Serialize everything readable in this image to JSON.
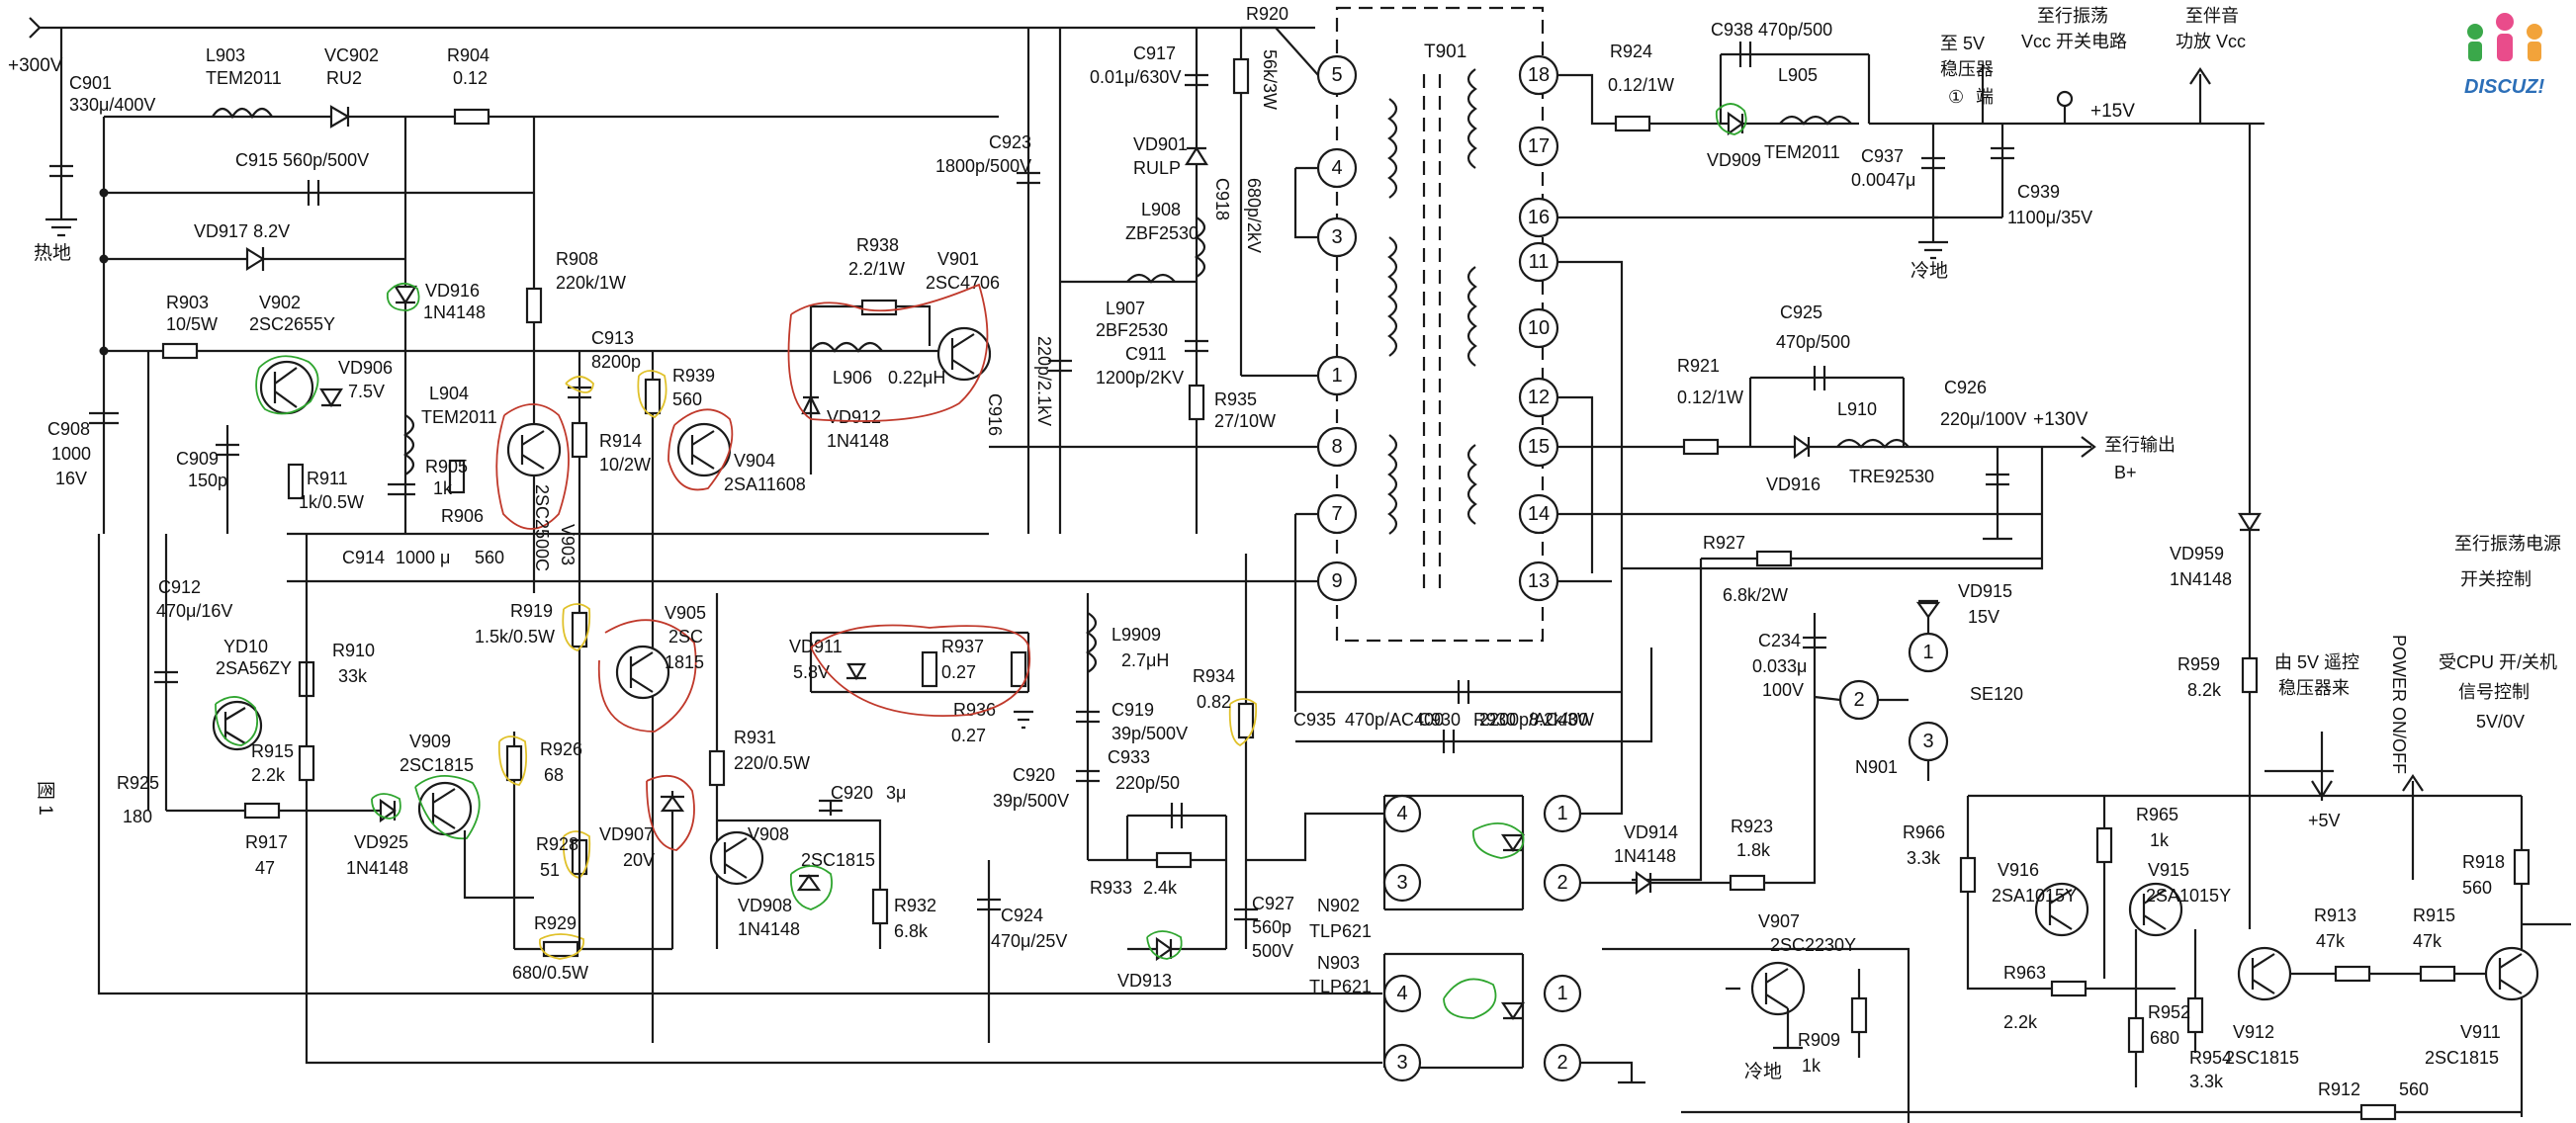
{
  "figure_label": "图 1",
  "logo": {
    "text": "DISCUZ!"
  },
  "rails": {
    "plus300": "+300V",
    "hot_ground": "热地",
    "cold_ground_1": "冷地",
    "cold_ground_2": "冷地",
    "plus15": "+15V",
    "plus130": "+130V",
    "plus5": "+5V"
  },
  "notes": {
    "to_5v_reg": [
      "至 5V",
      "稳压器",
      "①",
      "端"
    ],
    "to_line_osc_vcc": [
      "至行振荡",
      "Vcc 开关电路"
    ],
    "to_audio_vcc": [
      "至伴音",
      "功放 Vcc"
    ],
    "to_line_output": [
      "至行输出",
      "B+"
    ],
    "to_line_osc_switch": [
      "至行振荡电源",
      "开关控制"
    ],
    "from_5v_remote": [
      "由 5V 遥控",
      "稳压器来"
    ],
    "power_on_off": "POWER ON/OFF",
    "cpu_control": [
      "受CPU 开/关机",
      "信号控制",
      "5V/0V"
    ]
  },
  "components": {
    "C901": [
      "C901",
      "330μ/400V"
    ],
    "L903": [
      "L903",
      "TEM2011"
    ],
    "VC902": [
      "VC902",
      "RU2"
    ],
    "R904": [
      "R904",
      "0.12"
    ],
    "C915": [
      "C915",
      "560p/500V"
    ],
    "VD917": [
      "VD917",
      "8.2V"
    ],
    "VD916a": [
      "VD916",
      "1N4148"
    ],
    "R908": [
      "R908",
      "220k/1W"
    ],
    "R903": [
      "R903",
      "10/5W"
    ],
    "V902": [
      "V902",
      "2SC2655Y"
    ],
    "VD906": [
      "VD906",
      "7.5V"
    ],
    "C908": [
      "C908",
      "1000",
      "16V"
    ],
    "C909": [
      "C909",
      "150p"
    ],
    "R911": [
      "R911",
      "1k/0.5W"
    ],
    "L904": [
      "L904",
      "TEM2011"
    ],
    "C913": [
      "C913",
      "8200p"
    ],
    "R939": [
      "R939",
      "560"
    ],
    "R914": [
      "R914",
      "10/2W"
    ],
    "R905": [
      "R905",
      "1k"
    ],
    "R906": "R906",
    "V903": [
      "V903",
      "2SC2500C"
    ],
    "V904": [
      "V904",
      "2SA11608"
    ],
    "C914": [
      "C914",
      "1000 μ",
      "560"
    ],
    "R938": [
      "R938",
      "2.2/1W"
    ],
    "V901": [
      "V901",
      "2SC4706"
    ],
    "L906": [
      "L906",
      "0.22μH"
    ],
    "VD912": [
      "VD912",
      "1N4148"
    ],
    "C916": "C916",
    "C923": [
      "C923",
      "1800p/500V"
    ],
    "C922": "220p/2.1kV",
    "C917": [
      "C917",
      "0.01μ/630V"
    ],
    "R920": [
      "R920",
      "56k/3W"
    ],
    "VD901": [
      "VD901",
      "RULP"
    ],
    "C918": [
      "C918",
      "680p/2kV"
    ],
    "L908": [
      "L908",
      "ZBF2530"
    ],
    "L907": [
      "L907",
      "2BF2530"
    ],
    "C911": [
      "C911",
      "1200p/2KV"
    ],
    "R935": [
      "R935",
      "27/10W"
    ],
    "T901": "T901",
    "C912": [
      "C912",
      "470μ/16V"
    ],
    "YD10": [
      "YD10",
      "2SA56ZY"
    ],
    "R910": [
      "R910",
      "33k"
    ],
    "R915a": [
      "R915",
      "2.2k"
    ],
    "R925": [
      "R925",
      "180"
    ],
    "R917": [
      "R917",
      "47"
    ],
    "VD925": [
      "VD925",
      "1N4148"
    ],
    "V909": [
      "V909",
      "2SC1815"
    ],
    "R926": [
      "R926",
      "68"
    ],
    "R928": [
      "R928",
      "51"
    ],
    "R929": [
      "R929",
      "680/0.5W"
    ],
    "R919": [
      "R919",
      "1.5k/0.5W"
    ],
    "V905": [
      "V905",
      "2SC",
      "1815"
    ],
    "VD907": [
      "VD907",
      "20V"
    ],
    "R931": [
      "R931",
      "220/0.5W"
    ],
    "VD911": [
      "VD911",
      "5.8V"
    ],
    "R937": [
      "R937",
      "0.27"
    ],
    "R936": [
      "R936",
      "0.27"
    ],
    "C920a": [
      "C920",
      "3μ"
    ],
    "V908": [
      "V908",
      "2SC1815"
    ],
    "VD908": [
      "VD908",
      "1N4148"
    ],
    "R932": [
      "R932",
      "6.8k"
    ],
    "C924": [
      "C924",
      "470μ/25V"
    ],
    "L9909": [
      "L9909",
      "2.7μH"
    ],
    "C919": [
      "C919",
      "39p/500V"
    ],
    "C920b": [
      "C920",
      "39p/500V"
    ],
    "R934": [
      "R934",
      "0.82"
    ],
    "C933": [
      "C933",
      "220p/50"
    ],
    "R933": [
      "R933",
      "2.4k"
    ],
    "VD913": "VD913",
    "C927": [
      "C927",
      "560p",
      "500V"
    ],
    "R924": [
      "R924",
      "0.12/1W"
    ],
    "C938": [
      "C938",
      "470p/500"
    ],
    "L905": [
      "L905",
      "TEM2011"
    ],
    "VD909": "VD909",
    "C937": [
      "C937",
      "0.0047μ"
    ],
    "C939": [
      "C939",
      "1100μ/35V"
    ],
    "C925": [
      "C925",
      "470p/500"
    ],
    "R921": [
      "R921",
      "0.12/1W"
    ],
    "L910": [
      "L910",
      "TRE92530"
    ],
    "VD916b": "VD916",
    "C926": [
      "C926",
      "220μ/100V"
    ],
    "R927": [
      "R927",
      "6.8k/2W"
    ],
    "VD915": [
      "VD915",
      "15V"
    ],
    "C234": [
      "C234",
      "0.033μ",
      "100V"
    ],
    "SE120": [
      "SE120",
      "N901"
    ],
    "C930": [
      "C930",
      "2200p/AC400"
    ],
    "C935": [
      "C935",
      "470p/AC400"
    ],
    "R930": [
      "R930",
      "8.2k/3W"
    ],
    "VD959": [
      "VD959",
      "1N4148"
    ],
    "R959": [
      "R959",
      "8.2k"
    ],
    "VD914": [
      "VD914",
      "1N4148"
    ],
    "R923": [
      "R923",
      "1.8k"
    ],
    "N902": [
      "N902",
      "TLP621"
    ],
    "N903": [
      "N903",
      "TLP621"
    ],
    "V907": [
      "V907",
      "2SC2230Y"
    ],
    "R909": [
      "R909",
      "1k"
    ],
    "R966": [
      "R966",
      "3.3k"
    ],
    "R965": [
      "R965",
      "1k"
    ],
    "V916": [
      "V916",
      "2SA1015Y"
    ],
    "V915": [
      "V915",
      "2SA1015Y"
    ],
    "R963": [
      "R963",
      "2.2k"
    ],
    "R952": [
      "R952",
      "680"
    ],
    "R954": [
      "R954",
      "3.3k"
    ],
    "R913": [
      "R913",
      "47k"
    ],
    "R915b": [
      "R915",
      "47k"
    ],
    "R918": [
      "R918",
      "560"
    ],
    "V912": [
      "V912",
      "2SC1815"
    ],
    "V911": [
      "V911",
      "2SC1815"
    ],
    "R912": [
      "R912",
      "560"
    ]
  },
  "transformer_pins_primary": [
    "5",
    "4",
    "3",
    "1",
    "8",
    "7",
    "9"
  ],
  "transformer_pins_secondary": [
    "18",
    "17",
    "16",
    "11",
    "10",
    "12",
    "15",
    "14",
    "13"
  ],
  "optocoupler_pins": [
    "4",
    "3",
    "1",
    "2"
  ]
}
